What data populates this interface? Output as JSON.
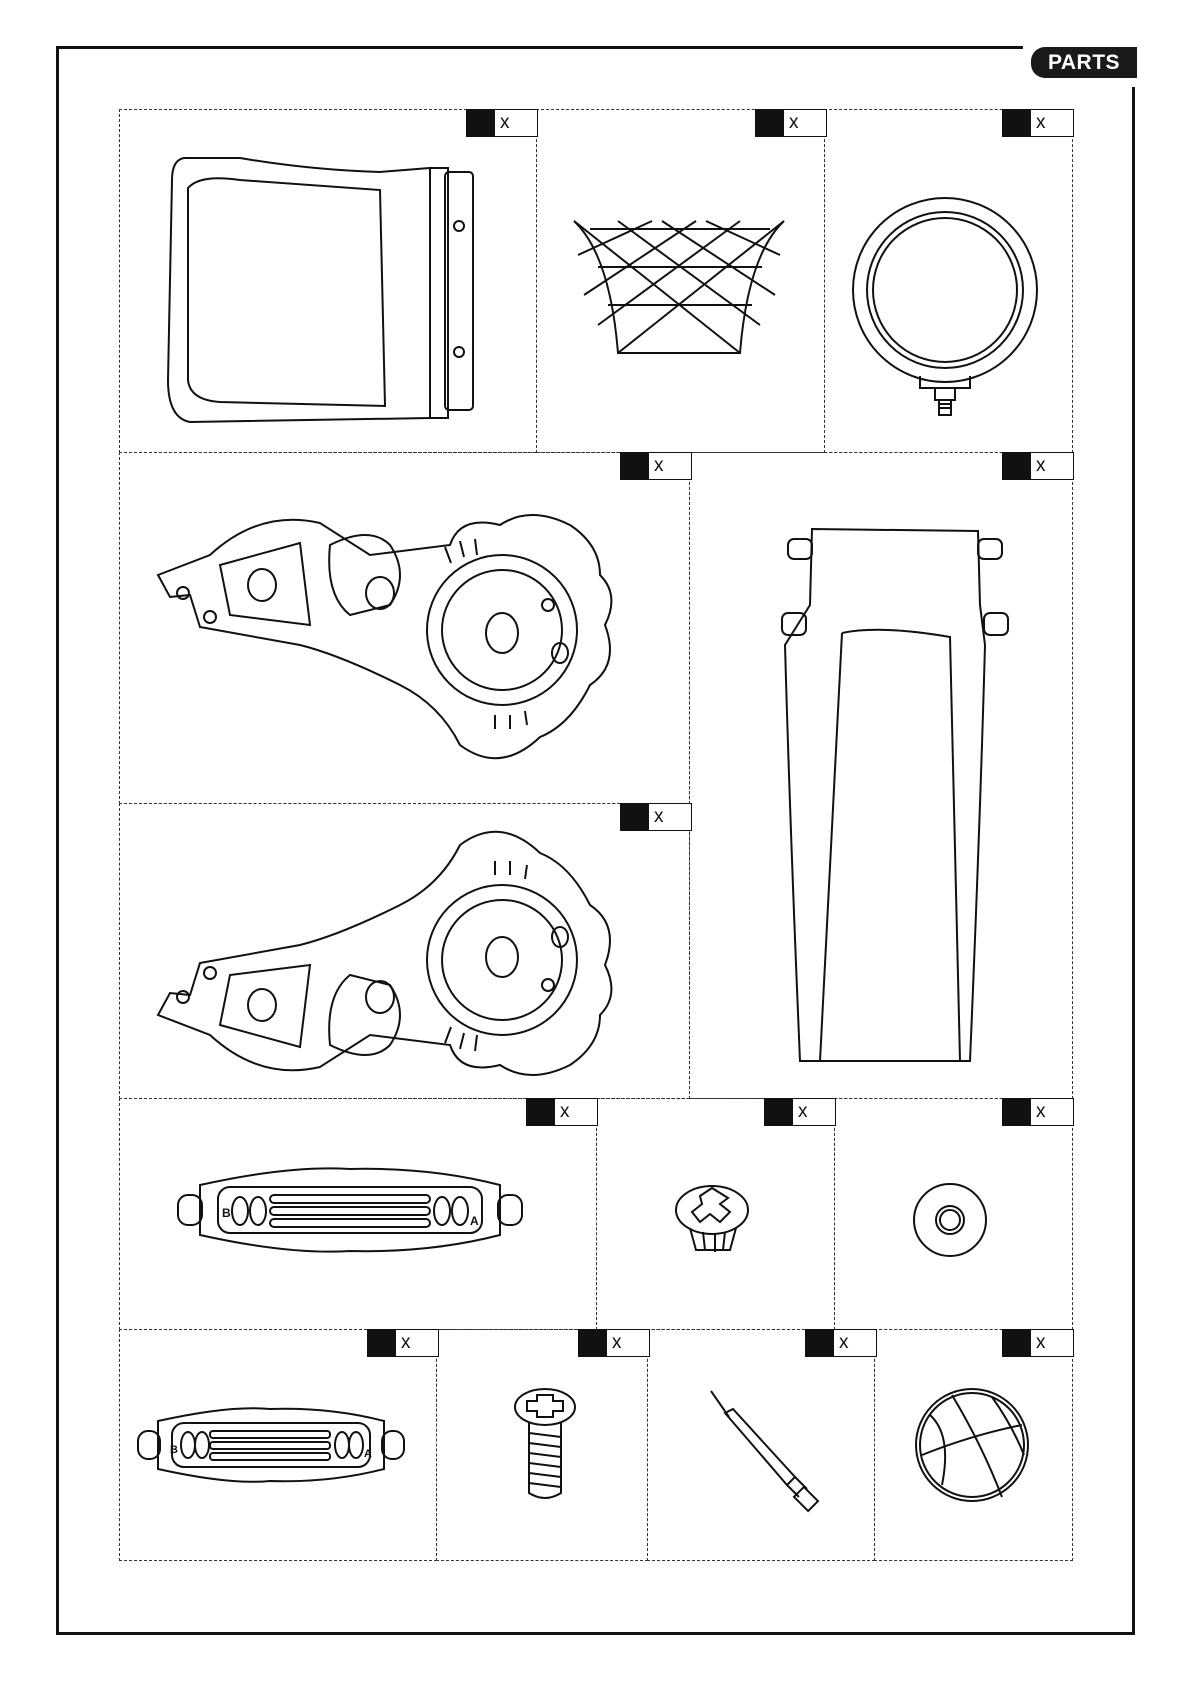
{
  "header": {
    "tab_label": "PARTS"
  },
  "parts": [
    {
      "id": "backboard",
      "qty_mark": "x"
    },
    {
      "id": "net",
      "qty_mark": "x"
    },
    {
      "id": "hoop-rim",
      "qty_mark": "x"
    },
    {
      "id": "bracket-upper",
      "qty_mark": "x"
    },
    {
      "id": "post",
      "qty_mark": "x"
    },
    {
      "id": "bracket-lower",
      "qty_mark": "x"
    },
    {
      "id": "base-bar-large",
      "qty_mark": "x"
    },
    {
      "id": "cap-plug",
      "qty_mark": "x"
    },
    {
      "id": "washer",
      "qty_mark": "x"
    },
    {
      "id": "base-bar-small",
      "qty_mark": "x"
    },
    {
      "id": "screw",
      "qty_mark": "x"
    },
    {
      "id": "pump",
      "qty_mark": "x"
    },
    {
      "id": "ball",
      "qty_mark": "x"
    }
  ],
  "foot_labels": {
    "left": "B",
    "right": "A"
  },
  "colors": {
    "ink": "#111111",
    "background": "#ffffff"
  }
}
